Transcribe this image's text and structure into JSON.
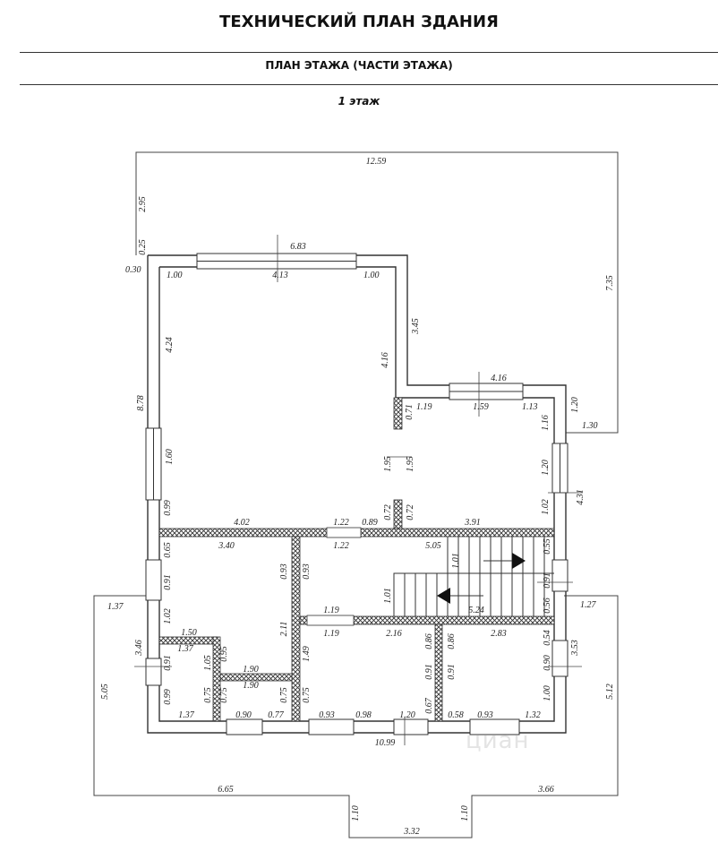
{
  "header": {
    "title": "ТЕХНИЧЕСКИЙ ПЛАН ЗДАНИЯ",
    "subtitle": "ПЛАН ЭТАЖА (ЧАСТИ ЭТАЖА)",
    "floor": "1 этаж"
  },
  "watermark": "циан",
  "dimensions": [
    {
      "id": "d1",
      "text": "12.59"
    },
    {
      "id": "d2",
      "text": "2.95"
    },
    {
      "id": "d3",
      "text": "0.25"
    },
    {
      "id": "d4",
      "text": "0.30"
    },
    {
      "id": "d5",
      "text": "6.83"
    },
    {
      "id": "d6",
      "text": "1.00"
    },
    {
      "id": "d7",
      "text": "4.13"
    },
    {
      "id": "d8",
      "text": "1.00"
    },
    {
      "id": "d9",
      "text": "7.35"
    },
    {
      "id": "d10",
      "text": "3.45"
    },
    {
      "id": "d11",
      "text": "4.24"
    },
    {
      "id": "d12",
      "text": "4.16"
    },
    {
      "id": "d13",
      "text": "8.78"
    },
    {
      "id": "d14",
      "text": "4.16"
    },
    {
      "id": "d15",
      "text": "1.19"
    },
    {
      "id": "d16",
      "text": "1.59"
    },
    {
      "id": "d17",
      "text": "1.13"
    },
    {
      "id": "d18",
      "text": "1.20"
    },
    {
      "id": "d19",
      "text": "1.30"
    },
    {
      "id": "d20",
      "text": "0.71"
    },
    {
      "id": "d21",
      "text": "1.16"
    },
    {
      "id": "d22",
      "text": "1.60"
    },
    {
      "id": "d23",
      "text": "1.95"
    },
    {
      "id": "d24",
      "text": "1.95"
    },
    {
      "id": "d25",
      "text": "1.20"
    },
    {
      "id": "d26",
      "text": "4.31"
    },
    {
      "id": "d27",
      "text": "0.99"
    },
    {
      "id": "d28",
      "text": "0.72"
    },
    {
      "id": "d29",
      "text": "0.72"
    },
    {
      "id": "d30",
      "text": "1.02"
    },
    {
      "id": "d31",
      "text": "4.02"
    },
    {
      "id": "d32",
      "text": "1.22"
    },
    {
      "id": "d33",
      "text": "0.89"
    },
    {
      "id": "d34",
      "text": "3.91"
    },
    {
      "id": "d35",
      "text": "3.40"
    },
    {
      "id": "d36",
      "text": "1.22"
    },
    {
      "id": "d37",
      "text": "5.05"
    },
    {
      "id": "d38",
      "text": "0.65"
    },
    {
      "id": "d39",
      "text": "0.55"
    },
    {
      "id": "d40",
      "text": "1.01"
    },
    {
      "id": "d41",
      "text": "0.93"
    },
    {
      "id": "d42",
      "text": "0.93"
    },
    {
      "id": "d43",
      "text": "0.91"
    },
    {
      "id": "d44",
      "text": "0.91"
    },
    {
      "id": "d45",
      "text": "1.01"
    },
    {
      "id": "d46",
      "text": "1.27"
    },
    {
      "id": "d47",
      "text": "1.37"
    },
    {
      "id": "d48",
      "text": "1.02"
    },
    {
      "id": "d49",
      "text": "1.19"
    },
    {
      "id": "d50",
      "text": "5.24"
    },
    {
      "id": "d51",
      "text": "0.56"
    },
    {
      "id": "d52",
      "text": "2.11"
    },
    {
      "id": "d53",
      "text": "1.19"
    },
    {
      "id": "d54",
      "text": "2.16"
    },
    {
      "id": "d55",
      "text": "2.83"
    },
    {
      "id": "d56",
      "text": "1.50"
    },
    {
      "id": "d57",
      "text": "0.86"
    },
    {
      "id": "d58",
      "text": "0.86"
    },
    {
      "id": "d59",
      "text": "0.54"
    },
    {
      "id": "d60",
      "text": "3.46"
    },
    {
      "id": "d61",
      "text": "1.37"
    },
    {
      "id": "d62",
      "text": "0.95"
    },
    {
      "id": "d63",
      "text": "1.49"
    },
    {
      "id": "d64",
      "text": "3.53"
    },
    {
      "id": "d65",
      "text": "0.91"
    },
    {
      "id": "d66",
      "text": "1.05"
    },
    {
      "id": "d67",
      "text": "1.90"
    },
    {
      "id": "d68",
      "text": "0.91"
    },
    {
      "id": "d69",
      "text": "0.91"
    },
    {
      "id": "d70",
      "text": "0.90"
    },
    {
      "id": "d71",
      "text": "5.05"
    },
    {
      "id": "d72",
      "text": "1.90"
    },
    {
      "id": "d73",
      "text": "5.12"
    },
    {
      "id": "d74",
      "text": "0.99"
    },
    {
      "id": "d75",
      "text": "0.75"
    },
    {
      "id": "d76",
      "text": "0.75"
    },
    {
      "id": "d77",
      "text": "0.75"
    },
    {
      "id": "d78",
      "text": "0.75"
    },
    {
      "id": "d79",
      "text": "1.00"
    },
    {
      "id": "d80",
      "text": "0.67"
    },
    {
      "id": "d81",
      "text": "1.37"
    },
    {
      "id": "d82",
      "text": "0.90"
    },
    {
      "id": "d83",
      "text": "0.77"
    },
    {
      "id": "d84",
      "text": "0.93"
    },
    {
      "id": "d85",
      "text": "0.98"
    },
    {
      "id": "d86",
      "text": "1.20"
    },
    {
      "id": "d87",
      "text": "0.58"
    },
    {
      "id": "d88",
      "text": "0.93"
    },
    {
      "id": "d89",
      "text": "1.32"
    },
    {
      "id": "d90",
      "text": "10.99"
    },
    {
      "id": "d91",
      "text": "6.65"
    },
    {
      "id": "d92",
      "text": "3.66"
    },
    {
      "id": "d93",
      "text": "1.10"
    },
    {
      "id": "d94",
      "text": "1.10"
    },
    {
      "id": "d95",
      "text": "3.32"
    }
  ]
}
